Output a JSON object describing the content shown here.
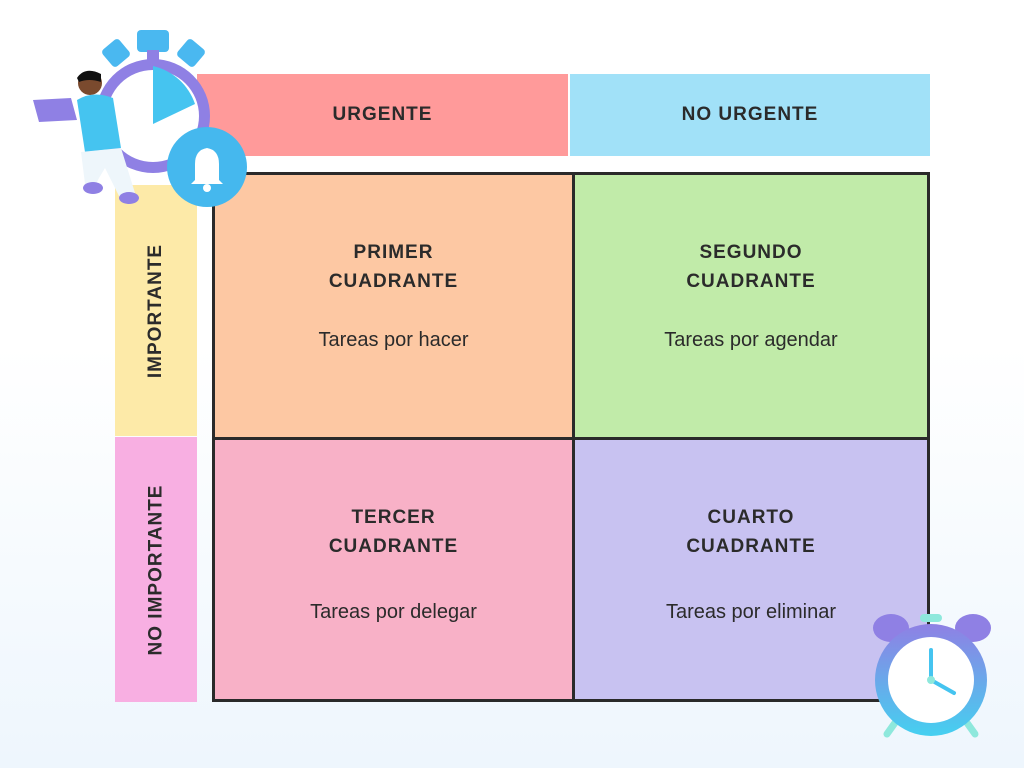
{
  "columns": {
    "urgent": "URGENTE",
    "not_urgent": "NO URGENTE"
  },
  "rows": {
    "important": "IMPORTANTE",
    "not_important": "NO IMPORTANTE"
  },
  "quadrants": [
    {
      "title_line1": "PRIMER",
      "title_line2": "CUADRANTE",
      "subtitle": "Tareas por hacer",
      "color": "#fdc8a3"
    },
    {
      "title_line1": "SEGUNDO",
      "title_line2": "CUADRANTE",
      "subtitle": "Tareas por agendar",
      "color": "#c1eba9"
    },
    {
      "title_line1": "TERCER",
      "title_line2": "CUADRANTE",
      "subtitle": "Tareas por delegar",
      "color": "#f8b1c7"
    },
    {
      "title_line1": "CUARTO",
      "title_line2": "CUADRANTE",
      "subtitle": "Tareas por eliminar",
      "color": "#c8c2f1"
    }
  ],
  "colors": {
    "urgent": "#ff9a9a",
    "not_urgent": "#a1e1f8",
    "important": "#fdeaa8",
    "not_important": "#f8afe2"
  }
}
